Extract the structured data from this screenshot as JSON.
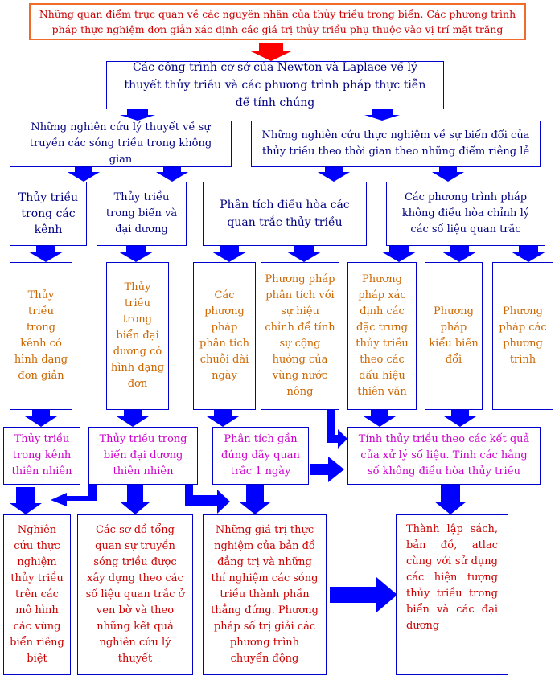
{
  "diagram": {
    "top_box": "Những quan điểm trực quan về các nguyên nhân của thủy triều trong biển. Các phương trình pháp thực nghiệm đơn giản xác định các giá trị thủy triều phụ thuộc vào vị trí mặt trăng",
    "level1": "Các công trình cơ sở của Newton và Laplace về lý thuyết thủy triều và các phương trình pháp thực tiễn để tính chúng",
    "level2_left": "Những nghiên cứu lý thuyết về sự truyền các sóng triều trong không  gian",
    "level2_right": "Những nghiên cứu thực nghiệm về sự biến đổi của thủy triều theo thời gian theo những điểm riêng lẻ",
    "level3": [
      "Thủy triều trong các kênh",
      "Thủy triều trong biển và đại dương",
      "Phân tích điều hòa các quan trắc thủy triều",
      "Các phương trình pháp không điều hòa chỉnh lý các số liệu quan trắc"
    ],
    "level4": [
      "Thủy triều trong kênh có hình dạng đơn giản",
      "Thủy triều trong biển đại dương có hình dạng đơn",
      "Các phương pháp phân tích chuỗi dài ngày",
      "Phương pháp phân tích với sự hiệu chỉnh để tính sự cộng hưởng của vùng nước nông",
      "Phương pháp xác định các đặc trưng thủy triều theo các dấu hiệu thiên văn",
      "Phương pháp kiểu biến đổi",
      "Phương pháp các phương trình"
    ],
    "level5": [
      "Thủy triều trong kênh thiên nhiên",
      "Thủy triều trong biển đại dương thiên nhiên",
      "Phân tích gần đúng dãy quan trắc 1 ngày",
      "Tính thủy triều theo các kết quả của xử lý số liệu. Tính các hằng số không điều hòa thủy triều"
    ],
    "level6": [
      "Nghiên cứu thực nghiệm thủy triều trên các mô hình các vùng biển riêng biệt",
      "Các sơ đồ tổng quan sự truyền sóng triều được xây dựng theo các số liệu quan trắc ở ven bờ và theo những kết quả nghiên cứu lý thuyết",
      "Những giá trị thực nghiệm của bản đồ đẳng trị và những thí nghiệm các sóng triều thành phần thẳng đứng. Phương pháp số trị giải các phương trình chuyển động",
      "Thành lập sách, bản đồ, atlac cùng với sử dụng các hiện tượng thủy triều trong biển và các đại dương"
    ],
    "colors": {
      "top_arrow": "#ff0000",
      "arrow": "#0000ff",
      "border_blue": "#0000cc",
      "border_orange": "#f06a2a",
      "text_red": "#cc0000",
      "text_navy": "#000080",
      "text_orange": "#cc6600",
      "text_magenta": "#cc00cc"
    }
  }
}
